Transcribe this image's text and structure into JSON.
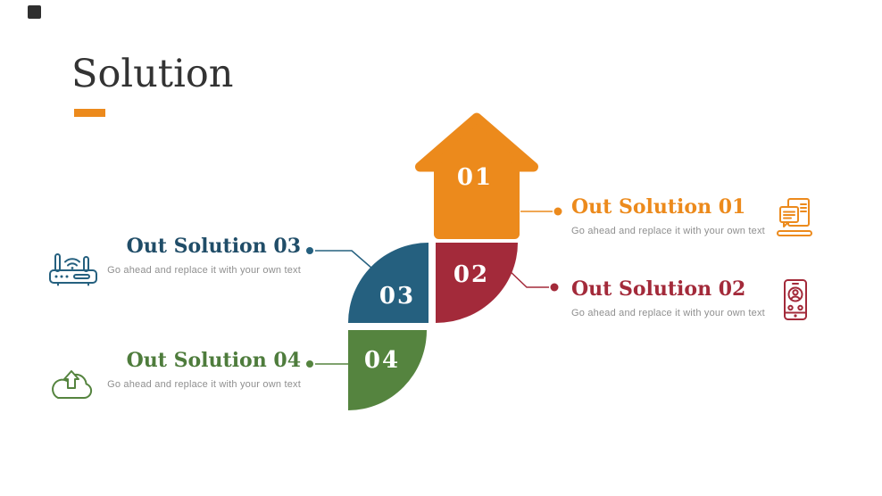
{
  "header": {
    "title": "Solution"
  },
  "colors": {
    "orange": "#EC8A1C",
    "red": "#A32A3A",
    "blue": "#25607F",
    "blue_text": "#204D68",
    "green": "#55843F",
    "green_text": "#4E7C3C",
    "title_dark": "#333333",
    "desc_gray": "#8F8F8F",
    "number_white": "#FFFFFF",
    "corner_mark": "#2F2F2F"
  },
  "solutions": [
    {
      "number": "01",
      "title": "Out Solution 01",
      "description": "Go ahead and replace it with your own text",
      "icon": "laptop-chat-icon",
      "side": "right",
      "color": "#EC8A1C"
    },
    {
      "number": "02",
      "title": "Out Solution 02",
      "description": "Go ahead and replace it with your own text",
      "icon": "phone-contact-icon",
      "side": "right",
      "color": "#A32A3A"
    },
    {
      "number": "03",
      "title": "Out Solution 03",
      "description": "Go ahead and replace it with your own text",
      "icon": "wifi-router-icon",
      "side": "left",
      "color": "#25607F"
    },
    {
      "number": "04",
      "title": "Out Solution 04",
      "description": "Go ahead and replace it with your own text",
      "icon": "cloud-upload-icon",
      "side": "left",
      "color": "#55843F"
    }
  ]
}
